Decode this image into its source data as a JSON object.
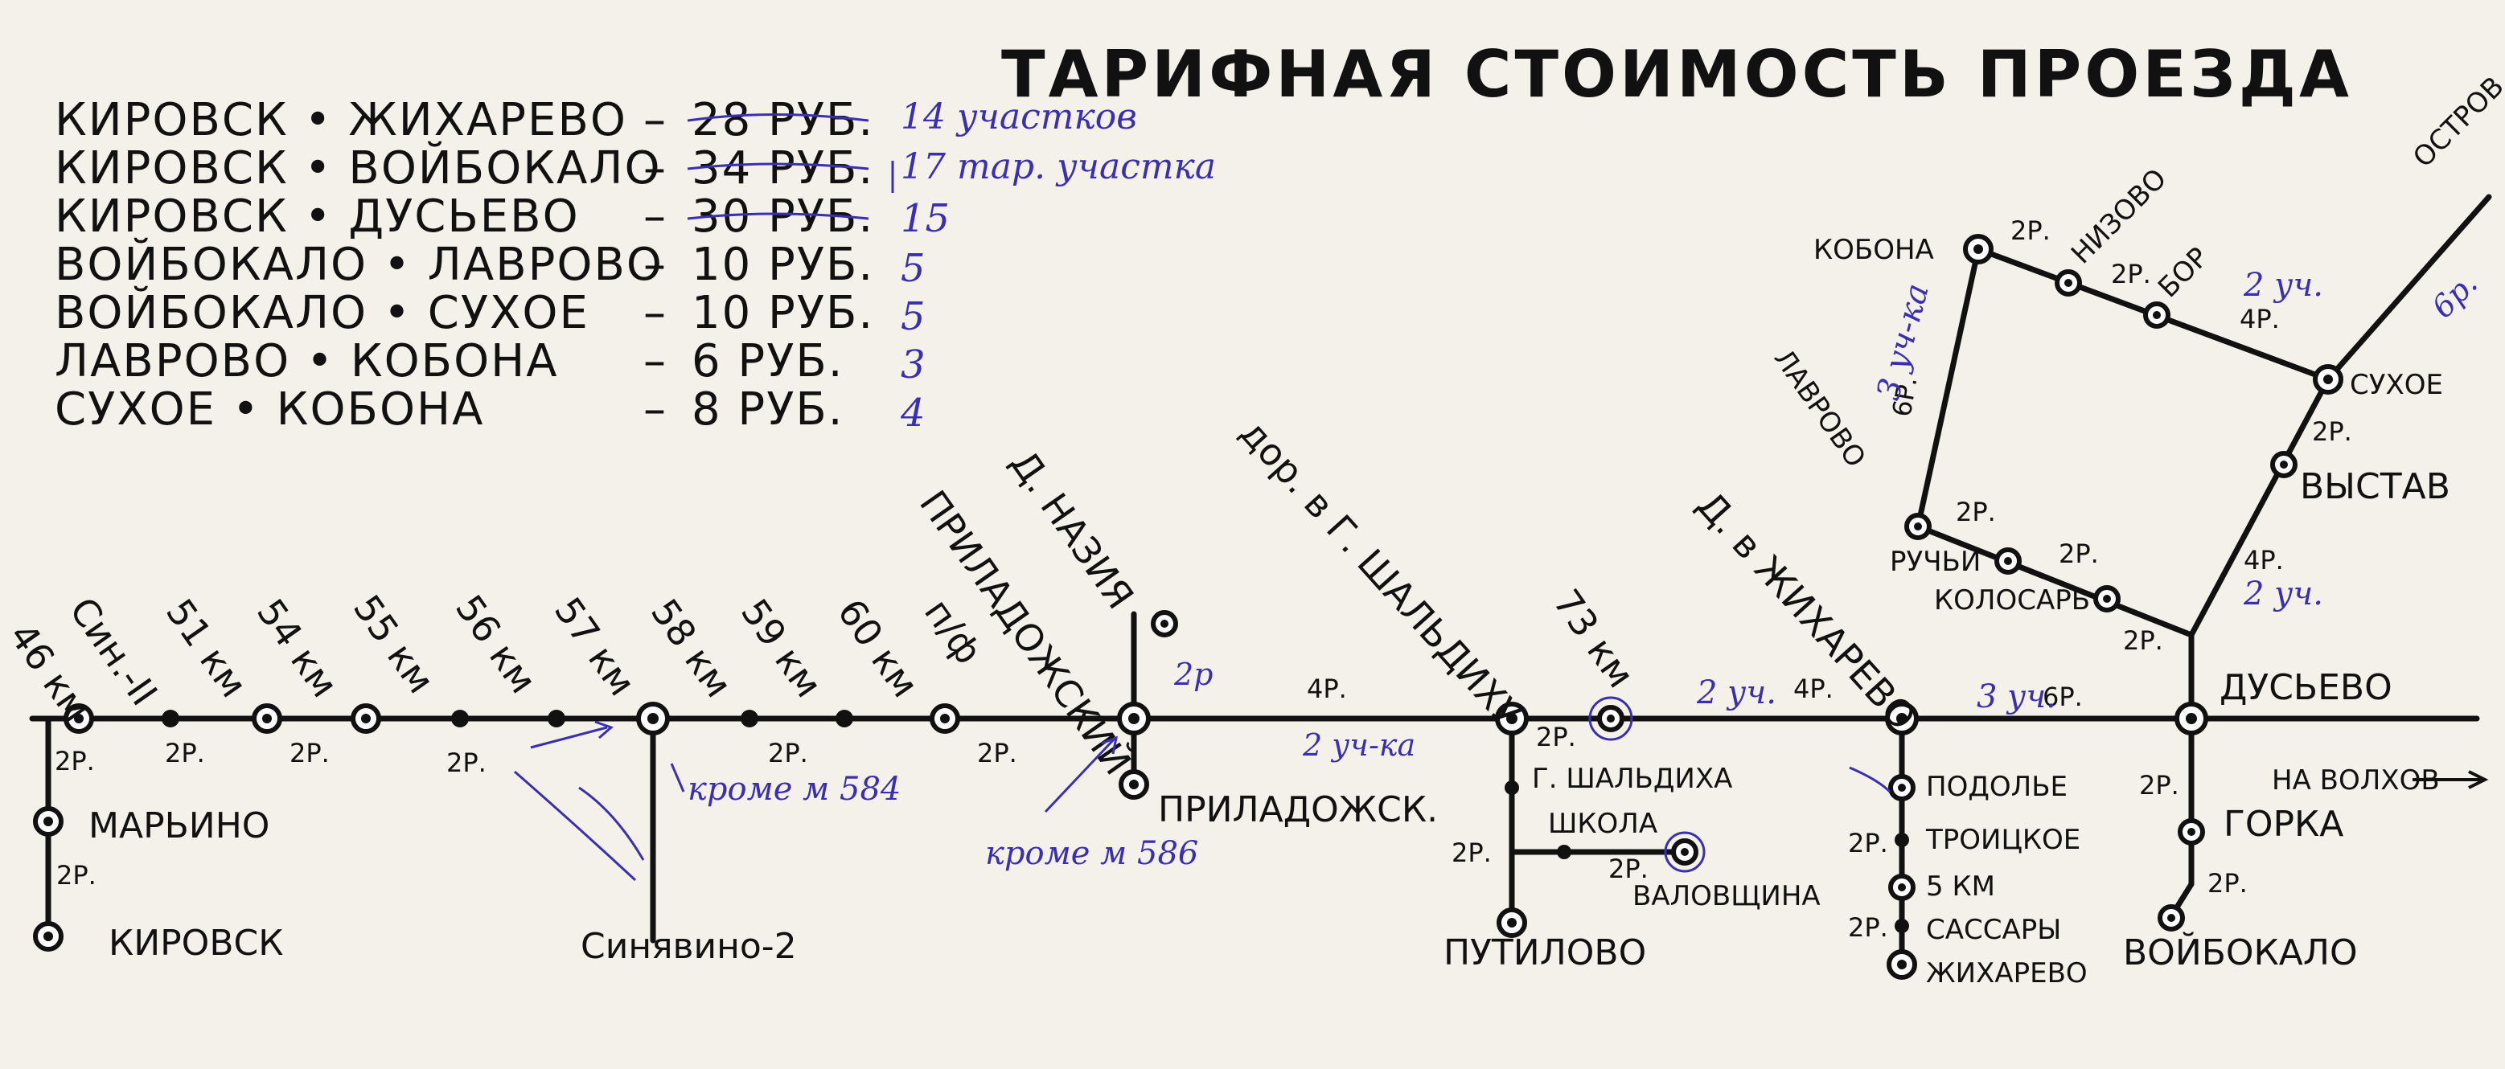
{
  "title": "ТАРИФНАЯ СТОИМОСТЬ ПРОЕЗДА",
  "fares": [
    {
      "route": "КИРОВСК • ЖИХАРЕВО",
      "price": "28 РУБ.",
      "note": "14 участков"
    },
    {
      "route": "КИРОВСК • ВОЙБОКАЛО",
      "price": "34 РУБ.",
      "note": "17 тар. участка"
    },
    {
      "route": "КИРОВСК • ДУСЬЕВО",
      "price": "30 РУБ.",
      "note": "15"
    },
    {
      "route": "ВОЙБОКАЛО • ЛАВРОВО",
      "price": "10 РУБ.",
      "note": "5"
    },
    {
      "route": "ВОЙБОКАЛО • СУХОЕ",
      "price": "10 РУБ.",
      "note": "5"
    },
    {
      "route": "ЛАВРОВО • КОБОНА",
      "price": "6 РУБ.",
      "note": "3"
    },
    {
      "route": "СУХОЕ • КОБОНА",
      "price": "8 РУБ.",
      "note": "4"
    }
  ],
  "stations": {
    "marino": "МАРЬИНО",
    "kirovsk": "КИРОВСК",
    "sinyavino2": "Синявино-2",
    "priladozhsk": "ПРИЛАДОЖСК.",
    "putilovo": "ПУТИЛОВО",
    "shaldikha": "Г. ШАЛЬДИХА",
    "shkola": "ШКОЛА",
    "valovshchina": "ВАЛОВЩИНА",
    "podolye": "ПОДОЛЬЕ",
    "troitskoe": "ТРОИЦКОЕ",
    "km5": "5 КМ",
    "sassary": "САССАРЫ",
    "zhikharevo": "ЖИХАРЕВО",
    "gorka": "ГОРКА",
    "voybokalo": "ВОЙБОКАЛО",
    "dusyevo": "ДУСЬЕВО",
    "na_volkhov": "НА ВОЛХОВ",
    "kobona": "КОБОНА",
    "nizovo": "НИЗОВО",
    "bor": "БОР",
    "ostrov": "ОСТРОВ",
    "sukhoe": "СУХОЕ",
    "vystav": "ВЫСТАВ",
    "lavrovo": "ЛАВРОВО",
    "ruchyi": "РУЧЬИ",
    "kolosar": "КОЛОСАРЬ"
  },
  "main_line_labels": [
    "46 км",
    "Син.-II",
    "51 км",
    "54 км",
    "55 км",
    "56 км",
    "57 км",
    "58 км",
    "59 км",
    "60 км",
    "п/ф",
    "ПРИЛАДОЖСКИЙ",
    "Д. НАЗИЯ",
    "дор. в Г. ШАЛЬДИХУ",
    "73 км",
    "Д. в ЖИХАРЕВО"
  ],
  "prices": {
    "p2": "2Р.",
    "p4": "4Р.",
    "p6": "6Р."
  },
  "hand_notes": {
    "kromem584": "кроме м 584",
    "kromem586": "кроме м 586",
    "p2_struck": "2р",
    "uch2": "2 уч-ка",
    "uch2b": "2 уч.",
    "uch3": "3 уч.",
    "uch3b": "3 уч-ка",
    "p6": "6р."
  }
}
